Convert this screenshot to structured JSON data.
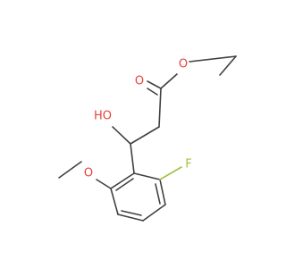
{
  "molecule": {
    "atoms": {
      "carbonyl_oxygen": {
        "symbol": "O",
        "color": "#e8423a"
      },
      "ester_oxygen": {
        "symbol": "O",
        "color": "#e8423a"
      },
      "hydroxyl": {
        "symbol": "HO",
        "color": "#e8423a"
      },
      "methoxy_oxygen": {
        "symbol": "O",
        "color": "#e8423a"
      },
      "fluorine": {
        "symbol": "F",
        "color": "#9fc346"
      }
    },
    "colors": {
      "bond": "#404040",
      "oxygen": "#e8423a",
      "fluorine": "#9fc346",
      "background": "#ffffff"
    }
  }
}
